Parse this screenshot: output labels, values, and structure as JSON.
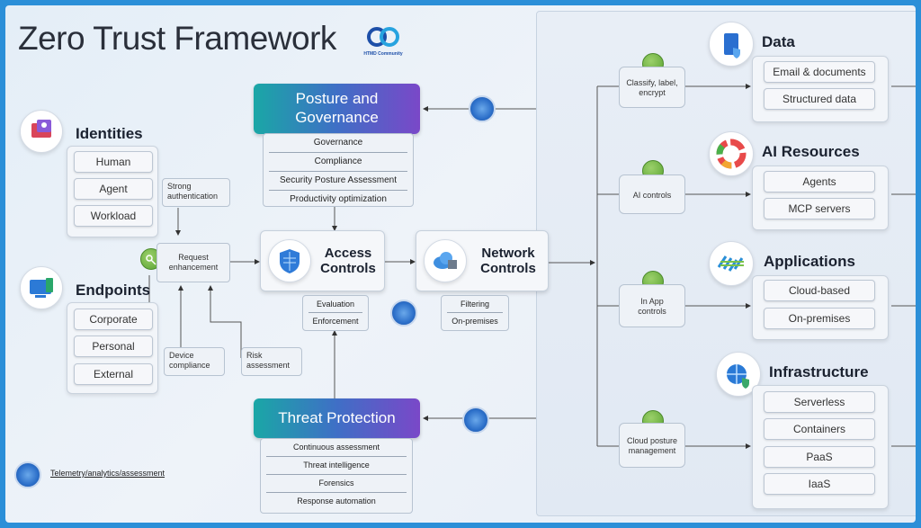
{
  "title": "Zero Trust Framework",
  "logo_text": "HTMD Community",
  "identities": {
    "title": "Identities",
    "items": [
      "Human",
      "Agent",
      "Workload"
    ]
  },
  "endpoints": {
    "title": "Endpoints",
    "items": [
      "Corporate",
      "Personal",
      "External"
    ]
  },
  "labels": {
    "strong_auth": "Strong authentication",
    "request_enh": "Request enhancement",
    "device_compliance": "Device compliance",
    "risk_assessment": "Risk assessment",
    "telemetry": "Telemetry/analytics/assessment"
  },
  "posture": {
    "title_line1": "Posture and",
    "title_line2": "Governance",
    "items": [
      "Governance",
      "Compliance",
      "Security Posture Assessment",
      "Productivity optimization"
    ]
  },
  "access": {
    "line1": "Access",
    "line2": "Controls",
    "items": [
      "Evaluation",
      "Enforcement"
    ]
  },
  "network": {
    "line1": "Network",
    "line2": "Controls",
    "items": [
      "Filtering",
      "On-premises"
    ]
  },
  "threat": {
    "title": "Threat Protection",
    "items": [
      "Continuous assessment",
      "Threat intelligence",
      "Forensics",
      "Response automation"
    ]
  },
  "right": {
    "classify": "Classify, label, encrypt",
    "ai_controls": "AI controls",
    "in_app": "In App controls",
    "cloud_posture": "Cloud posture management",
    "data": {
      "title": "Data",
      "items": [
        "Email & documents",
        "Structured data"
      ]
    },
    "ai": {
      "title": "AI Resources",
      "items": [
        "Agents",
        "MCP servers"
      ]
    },
    "apps": {
      "title": "Applications",
      "items": [
        "Cloud-based",
        "On-premises"
      ]
    },
    "infra": {
      "title": "Infrastructure",
      "items": [
        "Serverless",
        "Containers",
        "PaaS",
        "IaaS"
      ]
    }
  },
  "colors": {
    "frame_border": "#2b8fd8",
    "gradient_start": "#1aa7a6",
    "gradient_end": "#7a48c8",
    "green": "#5aa332",
    "telemetry_blue": "#2c6fc9"
  }
}
